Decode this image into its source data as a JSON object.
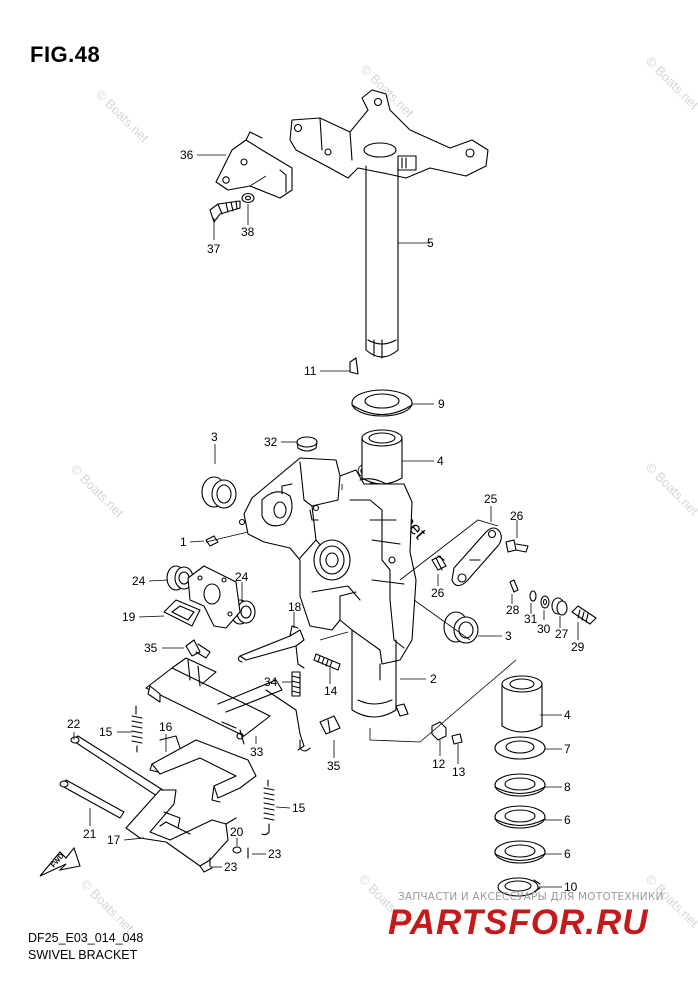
{
  "header": {
    "figure_title": "FIG.48"
  },
  "footer": {
    "code": "DF25_E03_014_048",
    "name": "SWIVEL BRACKET"
  },
  "watermark": {
    "text": "© Boats.net",
    "shop_tagline": "ЗАПЧАСТИ И АКСЕССУАРЫ ДЛЯ МОТОТЕХНИКИ",
    "shop_logo": "PARTSFOR.RU"
  },
  "direction_marker": {
    "text": "FWD",
    "icon": "forward-arrow-icon"
  },
  "callouts": [
    {
      "label": "36"
    },
    {
      "label": "37"
    },
    {
      "label": "38"
    },
    {
      "label": "5"
    },
    {
      "label": "11"
    },
    {
      "label": "9"
    },
    {
      "label": "3"
    },
    {
      "label": "32"
    },
    {
      "label": "4"
    },
    {
      "label": "25"
    },
    {
      "label": "26"
    },
    {
      "label": "1"
    },
    {
      "label": "26"
    },
    {
      "label": "24"
    },
    {
      "label": "24"
    },
    {
      "label": "19"
    },
    {
      "label": "28"
    },
    {
      "label": "31"
    },
    {
      "label": "30"
    },
    {
      "label": "27"
    },
    {
      "label": "29"
    },
    {
      "label": "18"
    },
    {
      "label": "3"
    },
    {
      "label": "35"
    },
    {
      "label": "14"
    },
    {
      "label": "34"
    },
    {
      "label": "2"
    },
    {
      "label": "4"
    },
    {
      "label": "22"
    },
    {
      "label": "15"
    },
    {
      "label": "16"
    },
    {
      "label": "33"
    },
    {
      "label": "35"
    },
    {
      "label": "12"
    },
    {
      "label": "13"
    },
    {
      "label": "7"
    },
    {
      "label": "8"
    },
    {
      "label": "21"
    },
    {
      "label": "15"
    },
    {
      "label": "17"
    },
    {
      "label": "20"
    },
    {
      "label": "23"
    },
    {
      "label": "23"
    },
    {
      "label": "6"
    },
    {
      "label": "6"
    },
    {
      "label": "10"
    }
  ]
}
